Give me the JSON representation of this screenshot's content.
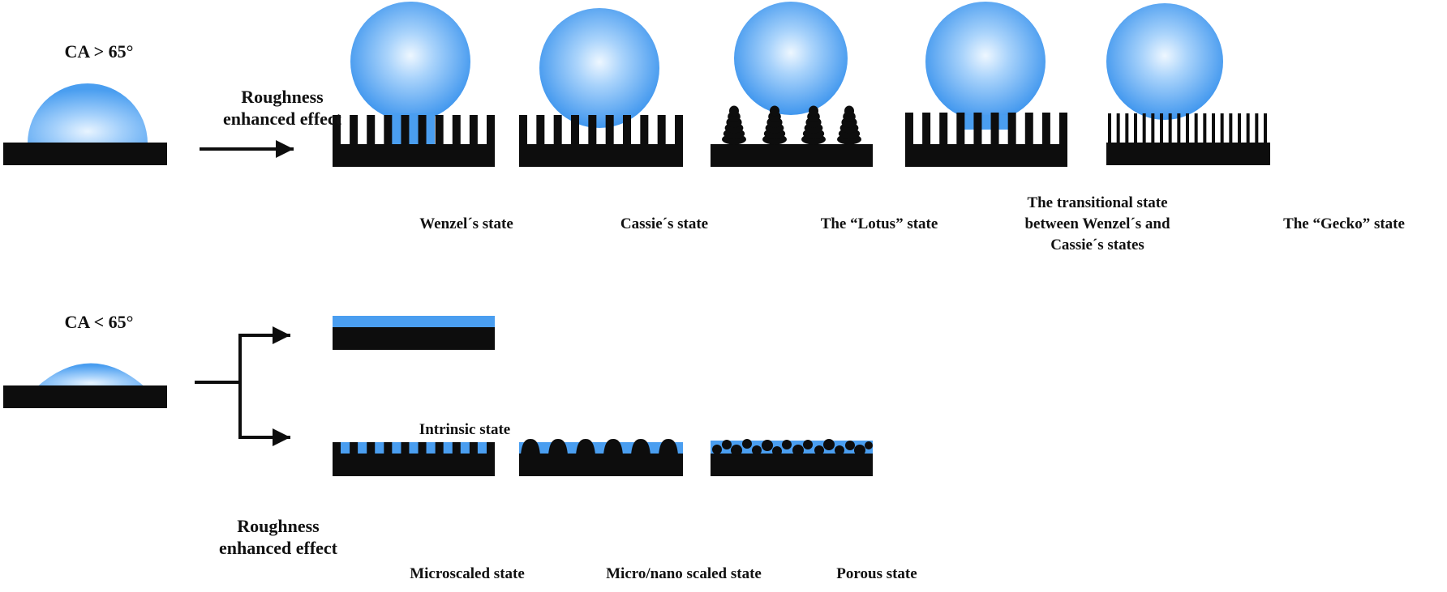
{
  "top": {
    "condition": "CA > 65°",
    "arrow_label": [
      "Roughness",
      "enhanced effect"
    ],
    "states": [
      {
        "id": "wenzel",
        "label": [
          "Wenzel´s state"
        ]
      },
      {
        "id": "cassie",
        "label": [
          "Cassie´s state"
        ]
      },
      {
        "id": "lotus",
        "label": [
          "The “Lotus” state"
        ]
      },
      {
        "id": "transition",
        "label": [
          "The transitional state",
          "between Wenzel´s and",
          "Cassie´s states"
        ]
      },
      {
        "id": "gecko",
        "label": [
          "The “Gecko” state"
        ]
      }
    ]
  },
  "bottom": {
    "condition": "CA < 65°",
    "arrow_label": [
      "Roughness",
      "enhanced effect"
    ],
    "states": [
      {
        "id": "intrinsic",
        "label": [
          "Intrinsic state"
        ]
      },
      {
        "id": "microscaled",
        "label": [
          "Microscaled state"
        ]
      },
      {
        "id": "micronano",
        "label": [
          "Micro/nano scaled state"
        ]
      },
      {
        "id": "porous",
        "label": [
          "Porous state"
        ]
      }
    ]
  },
  "colors": {
    "substrate": "#0d0d0d",
    "water": "#4a9ef0",
    "water_highlight": "#e8f4ff",
    "water_edge": "#2f86e6",
    "text": "#111111"
  }
}
